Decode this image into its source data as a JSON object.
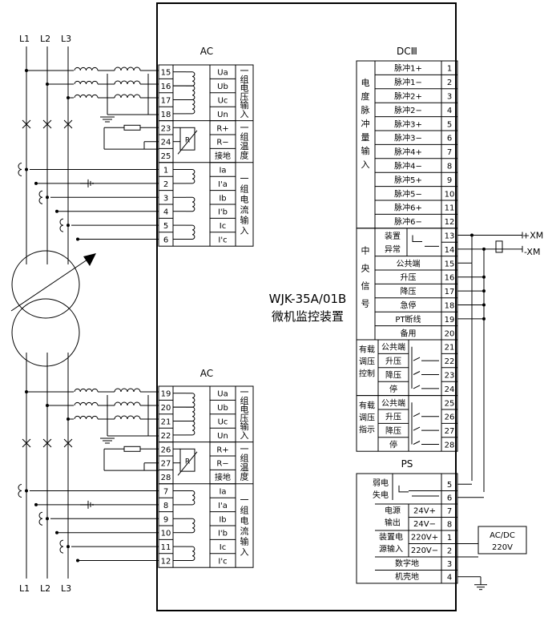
{
  "lines": [
    "L1",
    "L2",
    "L3"
  ],
  "device": {
    "model": "WJK-35A/01B",
    "name": "微机监控装置"
  },
  "ac_block": {
    "title": "AC",
    "voltage_group": "一组电压输入",
    "temp_group": "一组温度",
    "current_group": "一组电流输入",
    "voltage_signals": [
      "Ua",
      "Ub",
      "Uc",
      "Un"
    ],
    "temp_signals": [
      "R+",
      "R−",
      "接地"
    ],
    "current_signals": [
      "Ia",
      "I'a",
      "Ib",
      "I'b",
      "Ic",
      "I'c"
    ],
    "upper_terminals": [
      "15",
      "16",
      "17",
      "18",
      "23",
      "24",
      "25",
      "1",
      "2",
      "3",
      "4",
      "5",
      "6"
    ],
    "lower_terminals": [
      "19",
      "20",
      "21",
      "22",
      "26",
      "27",
      "28",
      "7",
      "8",
      "9",
      "10",
      "11",
      "12"
    ],
    "r_label": "R"
  },
  "dc3": {
    "title": "DCⅢ",
    "pulse_group": "电度脉冲量输入",
    "pulses": [
      "脉冲1+",
      "脉冲1−",
      "脉冲2+",
      "脉冲2−",
      "脉冲3+",
      "脉冲3−",
      "脉冲4+",
      "脉冲4−",
      "脉冲5+",
      "脉冲5−",
      "脉冲6+",
      "脉冲6−"
    ],
    "pulse_terminals": [
      "1",
      "2",
      "3",
      "4",
      "5",
      "6",
      "7",
      "8",
      "9",
      "10",
      "11",
      "12"
    ],
    "central_group": "中央信号",
    "fault": "装置异常",
    "central_items": [
      "公共端",
      "升压",
      "降压",
      "急停",
      "PT断线",
      "备用"
    ],
    "central_terminals": [
      "13",
      "14",
      "15",
      "16",
      "17",
      "18",
      "19",
      "20"
    ],
    "oltc_control": "有载调压控制",
    "oltc_indicate": "有载调压指示",
    "oltc_items": [
      "公共端",
      "升压",
      "降压",
      "停"
    ],
    "oltc_control_terminals": [
      "21",
      "22",
      "23",
      "24"
    ],
    "oltc_indicate_terminals": [
      "25",
      "26",
      "27",
      "28"
    ],
    "xm_plus": "+XM",
    "xm_minus": "-XM"
  },
  "ps": {
    "title": "PS",
    "weak_loss": "弱电失电",
    "power_out": "电源输出",
    "v24p": "24V+",
    "v24m": "24V−",
    "dev_power": "装置电源输入",
    "v220p": "220V+",
    "v220m": "220V−",
    "digital_gnd": "数字地",
    "chassis_gnd": "机壳地",
    "terminals": [
      "5",
      "6",
      "7",
      "8",
      "1",
      "2",
      "3",
      "4"
    ],
    "acdc_line1": "AC/DC",
    "acdc_line2": "220V"
  }
}
